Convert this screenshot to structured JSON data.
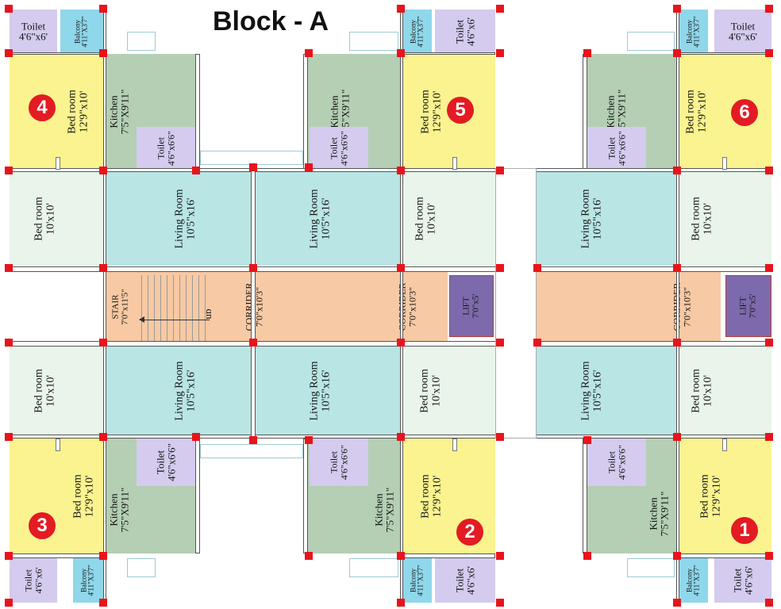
{
  "title": "Block - A",
  "colors": {
    "bedroom_master": "#faf38f",
    "bedroom_small": "#e9f5ea",
    "living": "#b9e5e5",
    "kitchen": "#b4cfb4",
    "toilet": "#d4cbee",
    "balcony": "#8fd7ea",
    "corridor": "#f7c9a4",
    "lift": "#7d6aac",
    "pillar": "#e8141c",
    "number_badge": "#e31b23"
  },
  "flats": [
    {
      "number": "1"
    },
    {
      "number": "2"
    },
    {
      "number": "3"
    },
    {
      "number": "4"
    },
    {
      "number": "5"
    },
    {
      "number": "6"
    }
  ],
  "rooms": {
    "toilet_4x6": {
      "name": "Toilet",
      "dim": "4'6\"x6'"
    },
    "toilet_466": {
      "name": "Toilet",
      "dim": "4'6\"x6'6\""
    },
    "balcony": {
      "name": "Balcony",
      "dim": "4'11\"X3'7\""
    },
    "kitchen": {
      "name": "Kitchen",
      "dim": "7'5\"X9'11\""
    },
    "bedroom_master": {
      "name": "Bed room",
      "dim": "12'9\"x10'"
    },
    "bedroom_small": {
      "name": "Bed room",
      "dim": "10'x10'"
    },
    "living": {
      "name": "Living Room",
      "dim": "10'5\"x16'"
    },
    "corridor": {
      "name": "CORRIDER",
      "dim": "7'0\"x10'3\""
    },
    "stair": {
      "name": "STAIR",
      "dim": "7'0\"x11'5\"",
      "direction": "up"
    },
    "lift": {
      "name": "LIFT",
      "dim": "7'0\"x5'"
    }
  }
}
